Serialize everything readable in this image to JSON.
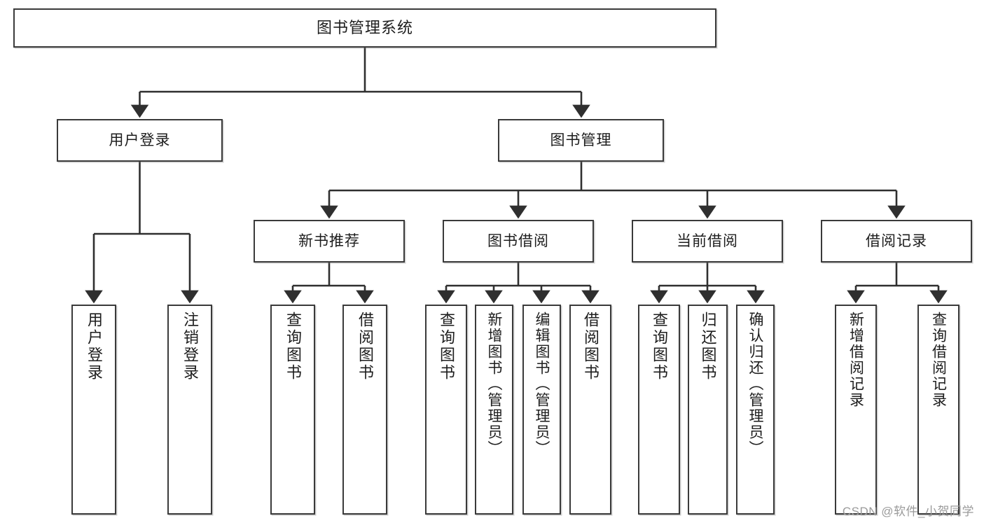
{
  "diagram": {
    "title": "图书管理系统",
    "type": "hierarchy-tree",
    "root": {
      "id": "root",
      "label": "图书管理系统"
    },
    "tier2": [
      {
        "id": "user-login",
        "label": "用户登录"
      },
      {
        "id": "book-manage",
        "label": "图书管理"
      }
    ],
    "tier3": [
      {
        "id": "new-book-recommend",
        "label": "新书推荐",
        "parent": "book-manage"
      },
      {
        "id": "book-borrow",
        "label": "图书借阅",
        "parent": "book-manage"
      },
      {
        "id": "current-borrow",
        "label": "当前借阅",
        "parent": "book-manage"
      },
      {
        "id": "borrow-record",
        "label": "借阅记录",
        "parent": "book-manage"
      }
    ],
    "leaves": [
      {
        "id": "leaf-user-login",
        "label": "用户登录",
        "parent": "user-login"
      },
      {
        "id": "leaf-user-logout",
        "label": "注销登录",
        "parent": "user-login"
      },
      {
        "id": "leaf-query-book-rec",
        "label": "查询图书",
        "parent": "new-book-recommend"
      },
      {
        "id": "leaf-borrow-book-rec",
        "label": "借阅图书",
        "parent": "new-book-recommend"
      },
      {
        "id": "leaf-query-book-borrow",
        "label": "查询图书",
        "parent": "book-borrow"
      },
      {
        "id": "leaf-add-book",
        "label": "新增图书（管理员）",
        "parent": "book-borrow"
      },
      {
        "id": "leaf-edit-book",
        "label": "编辑图书（管理员）",
        "parent": "book-borrow"
      },
      {
        "id": "leaf-borrow-book",
        "label": "借阅图书",
        "parent": "book-borrow"
      },
      {
        "id": "leaf-query-book-current",
        "label": "查询图书",
        "parent": "current-borrow"
      },
      {
        "id": "leaf-return-book",
        "label": "归还图书",
        "parent": "current-borrow"
      },
      {
        "id": "leaf-confirm-return",
        "label": "确认归还（管理员）",
        "parent": "current-borrow"
      },
      {
        "id": "leaf-add-borrow-record",
        "label": "新增借阅记录",
        "parent": "borrow-record"
      },
      {
        "id": "leaf-query-borrow-record",
        "label": "查询借阅记录",
        "parent": "borrow-record"
      }
    ],
    "watermark": "CSDN @软件_小贺同学",
    "colors": {
      "box_border": "#3a3a3a",
      "box_fill": "#ffffff",
      "text": "#1d1d1d",
      "connector": "#2f2f2f",
      "watermark": "#9a9a9a",
      "background": "#ffffff"
    }
  }
}
